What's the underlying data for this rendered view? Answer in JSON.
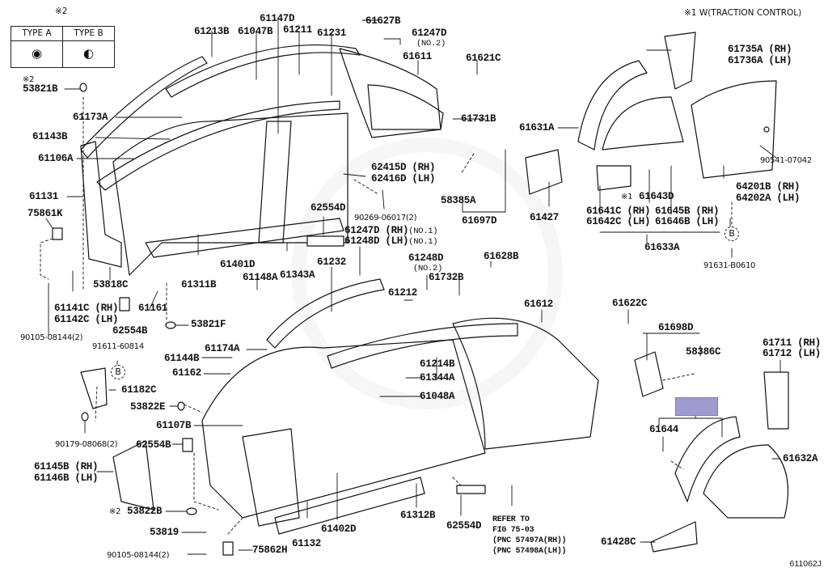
{
  "diagram": {
    "title_note": "※1 W(TRACTION CONTROL)",
    "figure_number": "611062J",
    "type_legend": {
      "marker": "※2",
      "types": [
        {
          "label": "TYPE A",
          "icon": "clip-type-a-icon"
        },
        {
          "label": "TYPE B",
          "icon": "clip-type-b-icon"
        }
      ]
    },
    "callout_symbol": "B",
    "highlighted_part": {
      "label": "",
      "color": "#9e9ccf"
    },
    "parts": {
      "p53821B": {
        "mark": "※2",
        "num": "53821B"
      },
      "p61173A": "61173A",
      "p61143B": "61143B",
      "p61106A": "61106A",
      "p61131": "61131",
      "p75861K": "75861K",
      "p53818C": "53818C",
      "p61141C": "61141C (RH)",
      "p61142C": "61142C (LH)",
      "p61161": "61161",
      "p62554B_a": "62554B",
      "p90105_a": "90105-08144(2)",
      "p53821F": "53821F",
      "p61213B": "61213B",
      "p61047B": "61047B",
      "p61147D": "61147D",
      "p61211": "61211",
      "p61231": "61231",
      "p61627B": "61627B",
      "p61247D_no2": {
        "num": "61247D",
        "sub": "(NO.2)"
      },
      "p61611": "61611",
      "p61621C": "61621C",
      "p61731B": "61731B",
      "p62415D": "62415D (RH)",
      "p62416D": "62416D (LH)",
      "p58385A": "58385A",
      "p90269": "90269-06017(2)",
      "p61697D": "61697D",
      "p62554D_a": "62554D",
      "p61247D_no1": {
        "num": "61247D (RH)",
        "sub": "(NO.1)"
      },
      "p61248D_no1": {
        "num": "61248D (LH)",
        "sub": "(NO.1)"
      },
      "p61401D": "61401D",
      "p61311B": "61311B",
      "p61343A": "61343A",
      "p61148A": "61148A",
      "p61232": "61232",
      "p61248D_no2": {
        "num": "61248D",
        "sub": "(NO.2)"
      },
      "p61628B": "61628B",
      "p61212": "61212",
      "p61732B": "61732B",
      "p61612": "61612",
      "p61214B": "61214B",
      "p61344A": "61344A",
      "p61048A": "61048A",
      "p61174A": "61174A",
      "p61144B": "61144B",
      "p61162": "61162",
      "p91611": "91611-60814",
      "p61182C": "61182C",
      "p53822E": "53822E",
      "p61107B": "61107B",
      "p90179": "90179-08068(2)",
      "p62554B_b": "62554B",
      "p61145B": "61145B (RH)",
      "p61146B": "61146B (LH)",
      "p53822B": {
        "mark": "※2",
        "num": "53822B"
      },
      "p53819": "53819",
      "p90105_b": "90105-08144(2)",
      "p75862H": "75862H",
      "p61132": "61132",
      "p61402D": "61402D",
      "p61312B": "61312B",
      "p62554D_b": "62554D",
      "refer": [
        "REFER TO",
        "FIG 75-03",
        "(PNC 57497A(RH))",
        "(PNC 57498A(LH))"
      ],
      "p61735A": "61735A (RH)",
      "p61736A": "61736A (LH)",
      "p61631A": "61631A",
      "p90541": "90541-07042",
      "p61427": "61427",
      "p61643D": {
        "mark": "※1",
        "num": "61643D"
      },
      "p61641C": "61641C (RH)",
      "p61642C": "61642C (LH)",
      "p61645B": "61645B (RH)",
      "p61646B": "61646B (LH)",
      "p61633A": "61633A",
      "p64201B": "64201B (RH)",
      "p64202A": "64202A (LH)",
      "p91631": "91631-B0610",
      "p61622C": "61622C",
      "p61698D": "61698D",
      "p58386C": "58386C",
      "p61711": "61711 (RH)",
      "p61712": "61712 (LH)",
      "p61644": "61644",
      "p61632A": "61632A",
      "p61428C": "61428C"
    }
  }
}
